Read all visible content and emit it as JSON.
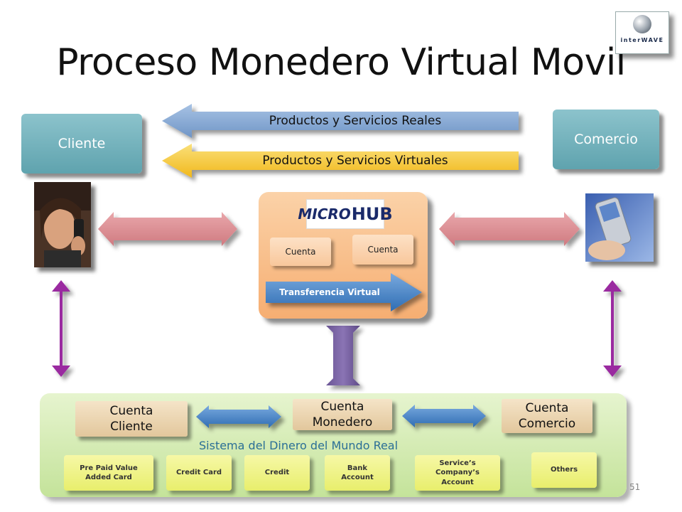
{
  "title": "Proceso Monedero Virtual Movil",
  "logo": {
    "text": "interWAVE"
  },
  "cliente_label": "Cliente",
  "comercio_label": "Comercio",
  "banner_real": "Productos y Servicios Reales",
  "banner_virtual": "Productos y Servicios Virtuales",
  "microhub": {
    "logo_m": "MICRO",
    "logo_h": "HUB",
    "cuenta_left": "Cuenta",
    "cuenta_right": "Cuenta",
    "transfer": "Transferencia Virtual"
  },
  "real_system": {
    "name": "Sistema del Dinero del Mundo Real",
    "cuenta_cliente": "Cuenta\nCliente",
    "cuenta_monedero": "Cuenta\nMonedero",
    "cuenta_comercio": "Cuenta\nComercio",
    "items": [
      "Pre Paid Value\nAdded Card",
      "Credit Card",
      "Credit",
      "Bank\nAccount",
      "Service’s\nCompany’s\nAccount",
      "Others"
    ]
  },
  "page_number": "51",
  "colors": {
    "teal": "#6aaeb8",
    "blue_banner": "#7fa6d3",
    "yellow_banner": "#f6c531",
    "pink_arrow": "#d98a8f",
    "purple": "#9a2aa0",
    "hub_orange": "#f7b57c",
    "green_panel": "#d6ecb4",
    "blue_arrow": "#4a86c8"
  }
}
